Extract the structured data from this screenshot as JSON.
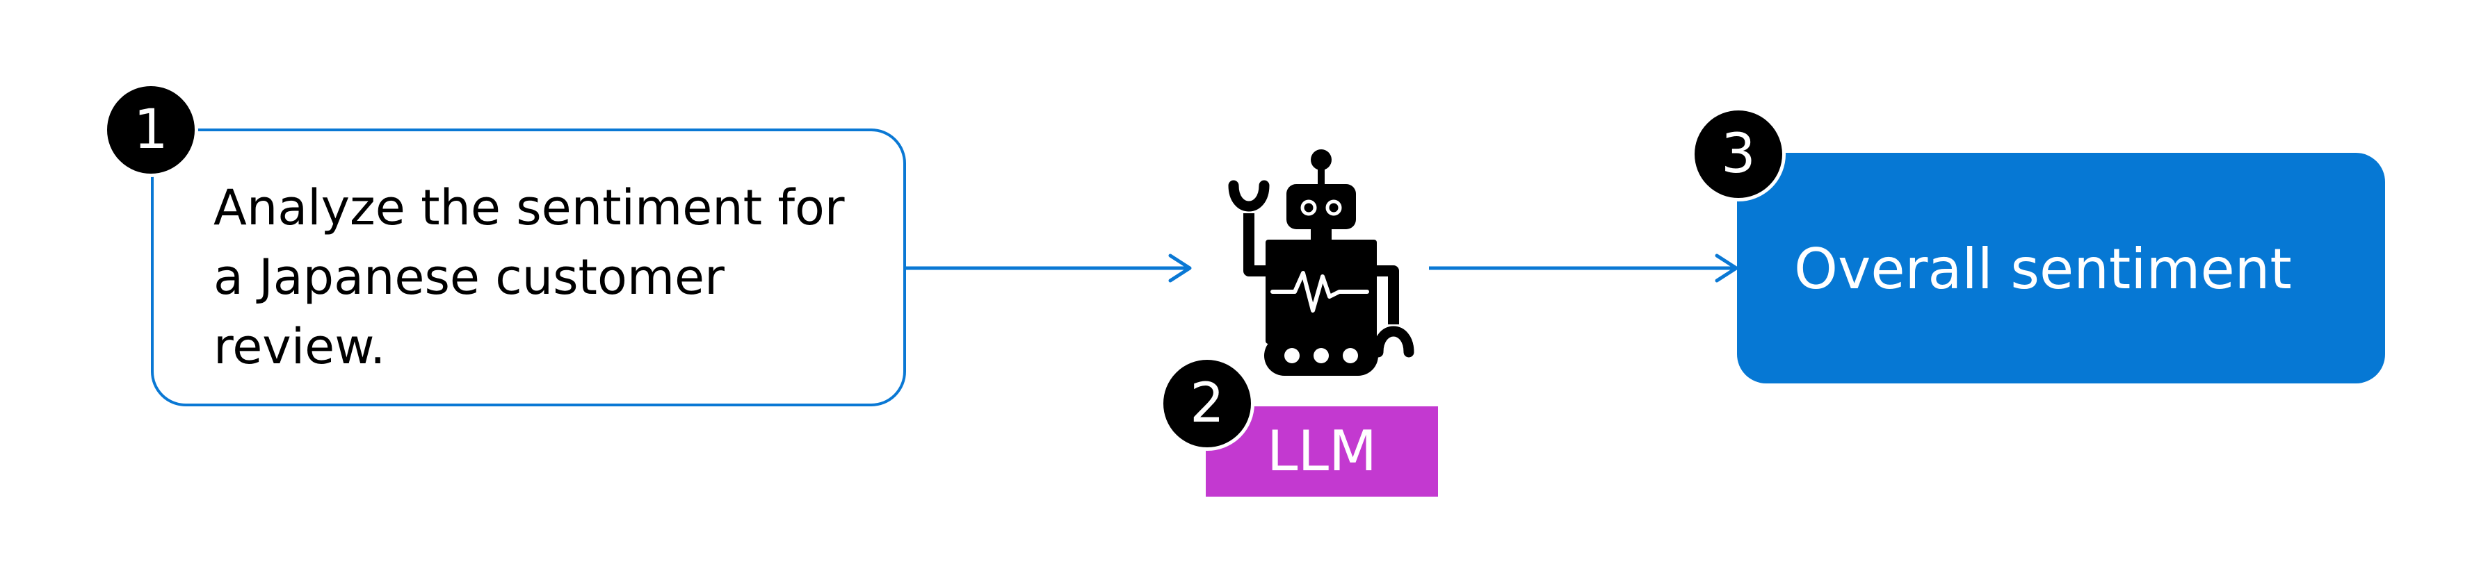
{
  "diagram": {
    "steps": [
      {
        "number": "1",
        "text": "Analyze the sentiment for a Japanese customer review."
      },
      {
        "number": "2",
        "label": "LLM"
      },
      {
        "number": "3",
        "text": "Overall sentiment"
      }
    ]
  },
  "colors": {
    "prompt_border": "#0a78d4",
    "arrow": "#0a78d4",
    "output_fill": "#0678d4",
    "llm_label_fill": "#c339d0",
    "badge_fill": "#000000",
    "robot": "#000000"
  },
  "icons": {
    "llm": "robot-icon",
    "connector": "arrow-right-icon"
  }
}
